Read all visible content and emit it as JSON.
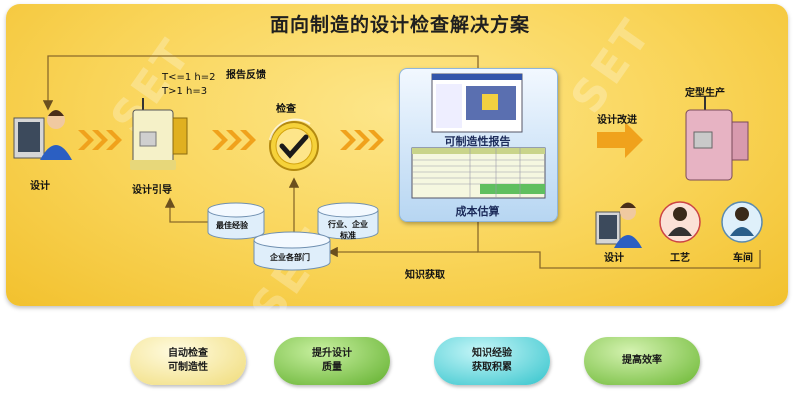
{
  "title": "面向制造的设计检查解决方案",
  "labels": {
    "design_left": "设计",
    "design_guide": "设计引导",
    "inspection": "检查",
    "report_feedback": "报告反馈",
    "rule1": "T<=1 h=2",
    "rule2": "T>1 h=3",
    "manufacturability_report": "可制造性报告",
    "cost_estimate": "成本估算",
    "design_improve": "设计改进",
    "finalized_production": "定型生产",
    "knowledge_acquisition": "知识获取",
    "design_right": "设计",
    "process": "工艺",
    "workshop": "车间"
  },
  "databases": {
    "best_practice": "最佳经验",
    "industry_line1": "行业、企业",
    "industry_line2": "标准",
    "departments": "企业各部门"
  },
  "benefits": [
    {
      "line1": "自动检查",
      "line2": "可制造性",
      "color": "#f3e79a"
    },
    {
      "line1": "提升设计",
      "line2": "质量",
      "color": "#7cc443"
    },
    {
      "line1": "知识经验",
      "line2": "获取积累",
      "color": "#4fd2d8"
    },
    {
      "line1": "提高效率",
      "line2": "",
      "color": "#86c94a"
    }
  ],
  "watermark": "SET",
  "colors": {
    "panel": "#f9d458",
    "arrow": "#f0a21c",
    "line": "#8a6a2a"
  }
}
